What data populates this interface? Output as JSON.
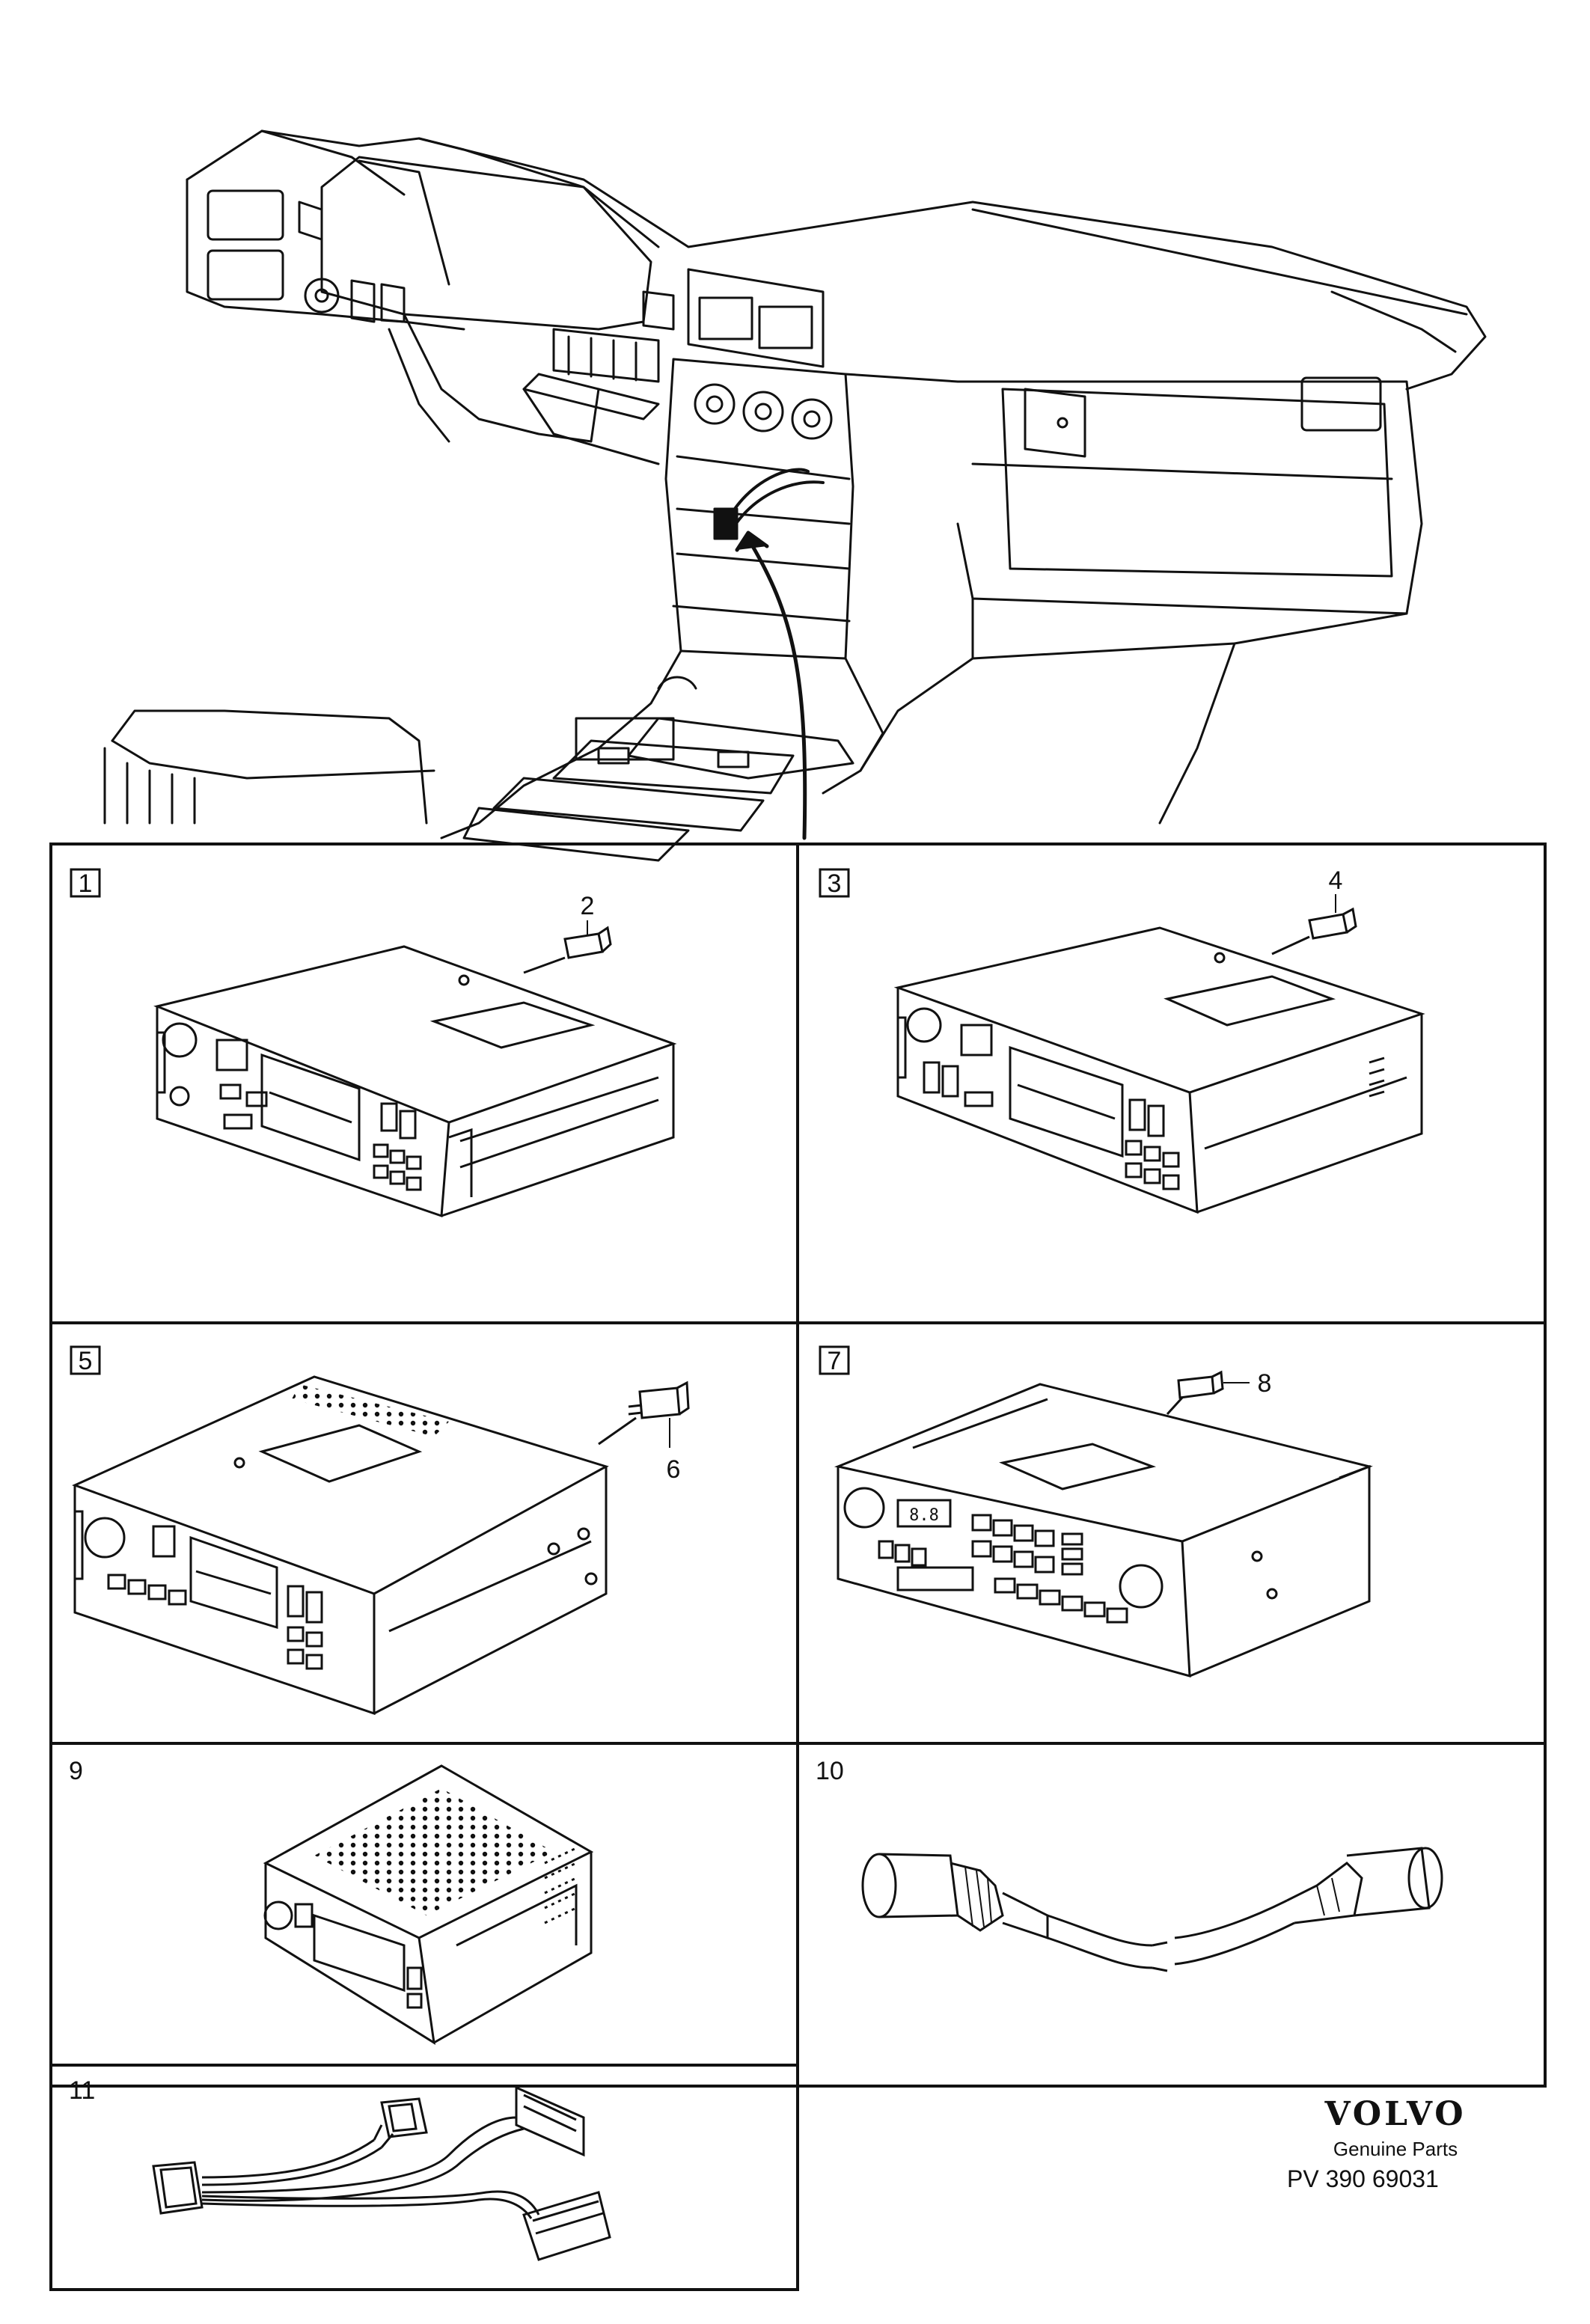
{
  "panels": [
    {
      "number": "1",
      "item": "radio-cassette-1",
      "connector": "2"
    },
    {
      "number": "3",
      "item": "radio-cassette-2",
      "connector": "4"
    },
    {
      "number": "5",
      "item": "radio-cassette-3",
      "connector": "6"
    },
    {
      "number": "7",
      "item": "radio-cassette-4",
      "connector": "8"
    },
    {
      "number": "9",
      "item": "radio-cassette-5"
    },
    {
      "number": "10",
      "item": "antenna-cable"
    },
    {
      "number": "11",
      "item": "wiring-harness"
    }
  ],
  "brand": {
    "logo": "VOLVO",
    "subtitle": "Genuine Parts",
    "code": "PV 390 69031"
  }
}
